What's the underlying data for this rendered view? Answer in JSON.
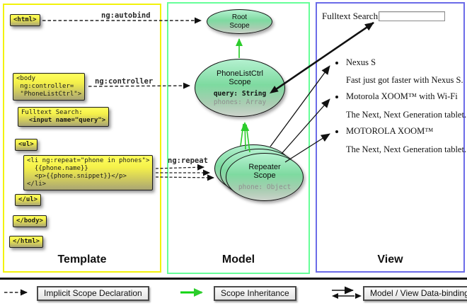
{
  "template_column": {
    "title": "Template",
    "boxes": {
      "html_open": "<html>",
      "body_open": "<body\n ng:controller=\n \"PhoneListCtrl\">",
      "fulltext_line1": "Fulltext Search:",
      "fulltext_line2": "  <input name=\"query\">",
      "ul_open": "<ul>",
      "li_repeat": "<li ng:repeat=\"phone in phones\">\n  {{phone.name}}\n  <p>{{phone.snippet}}</p>\n</li>",
      "ul_close": "</ul>",
      "body_close": "</body>",
      "html_close": "</html>"
    },
    "labels": {
      "autobind": "ng:autobind",
      "controller": "ng:controller",
      "repeat": "ng:repeat"
    }
  },
  "model_column": {
    "title": "Model",
    "root_scope": {
      "line1": "Root",
      "line2": "Scope"
    },
    "phonelist_scope": {
      "line1": "PhoneListCtrl",
      "line2": "Scope",
      "prop1": "query: String",
      "prop2": "phones: Array"
    },
    "repeater_scope": {
      "line1": "Repeater",
      "line2": "Scope",
      "prop1": "phone: Object"
    }
  },
  "view_column": {
    "title": "View",
    "search_label": "Fulltext Search:",
    "search_value": "",
    "items": [
      {
        "name": "Nexus S",
        "snippet": "Fast just got faster with Nexus S."
      },
      {
        "name": "Motorola XOOM™ with Wi-Fi",
        "snippet": "The Next, Next Generation tablet."
      },
      {
        "name": "MOTOROLA XOOM™",
        "snippet": "The Next, Next Generation tablet."
      }
    ]
  },
  "legend": {
    "implicit": "Implicit Scope Declaration",
    "inheritance": "Scope Inheritance",
    "binding": "Model / View Data-binding"
  },
  "colors": {
    "template_border": "#f2f20a",
    "model_border": "#66ff99",
    "view_border": "#6b6be8",
    "green_arrow": "#2ccc2c",
    "legend_green": "#11d411",
    "box_yellow_top": "#ffff5c",
    "box_yellow_bottom": "#a9a574",
    "ellipse_green_top": "#b4f1d0",
    "ellipse_green_bottom": "#ccd3cb"
  }
}
